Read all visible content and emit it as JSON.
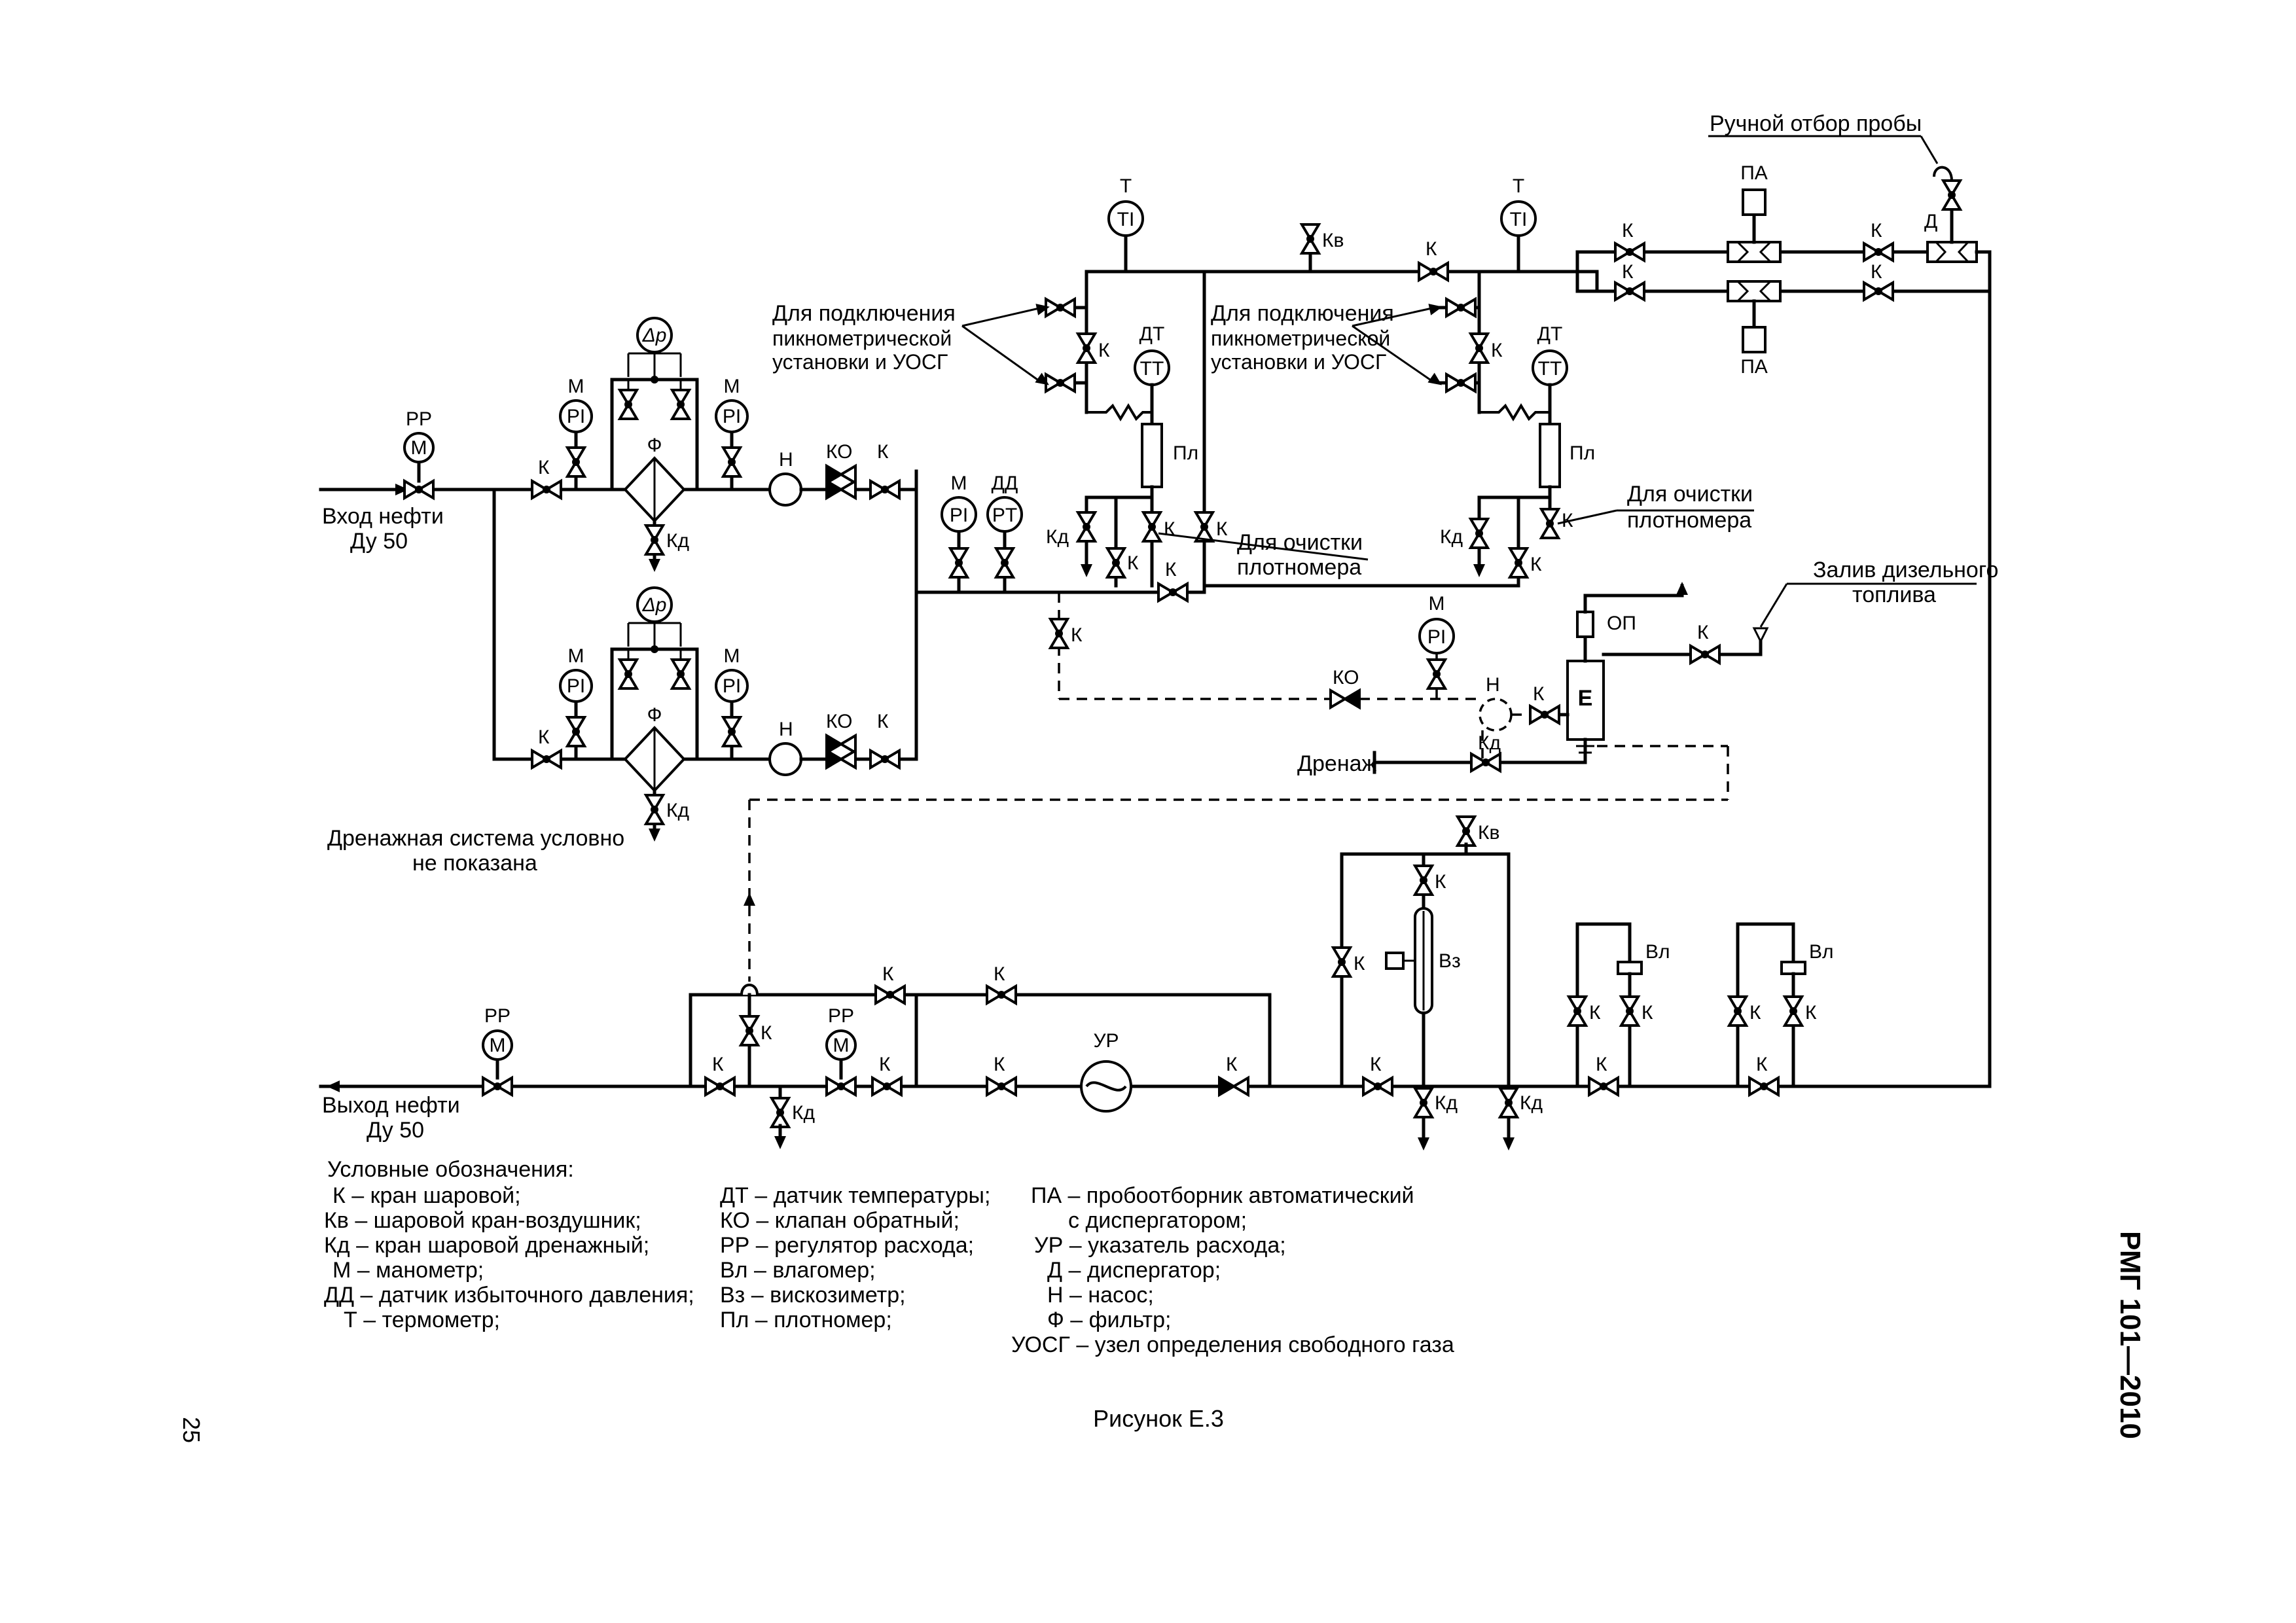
{
  "diagram_title": "",
  "labels": {
    "pp": "РР",
    "m": "М",
    "pi": "PI",
    "m_gauge": "M",
    "dp": "Δp",
    "f": "Ф",
    "kd": "Кд",
    "k": "К",
    "kv": "Кв",
    "ko": "КО",
    "n": "Н",
    "dd": "ДД",
    "pt": "PT",
    "t": "Т",
    "ti": "TI",
    "dt": "ДТ",
    "tt": "TT",
    "pl": "Пл",
    "pa": "ПА",
    "d": "Д",
    "op": "ОП",
    "e": "Е",
    "vz": "Вз",
    "vl": "Вл",
    "ur": "УР"
  },
  "annotations": {
    "inlet_line1": "Вход нефти",
    "inlet_line2": "Ду 50",
    "outlet_line1": "Выход нефти",
    "outlet_line2": "Ду 50",
    "connect_line1": "Для подключения",
    "connect_line2": "пикнометрической",
    "connect_line3": "установки и УОСГ",
    "clean_line1": "Для очистки",
    "clean_line2": "плотномера",
    "manual_sample": "Ручной отбор пробы",
    "diesel_line1": "Залив дизельного",
    "diesel_line2": "топлива",
    "drain": "Дренаж",
    "drain_note_line1": "Дренажная система условно",
    "drain_note_line2": "не показана"
  },
  "legend": {
    "heading": "Условные обозначения:",
    "col1": [
      "К – кран шаровой;",
      "Кв – шаровой кран-воздушник;",
      "Кд – кран шаровой дренажный;",
      "М – манометр;",
      "ДД – датчик избыточного давления;",
      "Т – термометр;"
    ],
    "col2": [
      "ДТ – датчик температуры;",
      "КО – клапан обратный;",
      "РР – регулятор расхода;",
      "Вл – влагомер;",
      "Вз – вискозиметр;",
      "Пл – плотномер;"
    ],
    "col3": [
      "ПА – пробоотборник автоматический",
      "с диспергатором;",
      "УР – указатель расхода;",
      "Д – диспергатор;",
      "Н – насос;",
      "Ф – фильтр;",
      "УОСГ – узел определения свободного газа"
    ]
  },
  "figure_caption": "Рисунок Е.3",
  "page_number": "25",
  "doc_code": "РМГ 101—2010"
}
